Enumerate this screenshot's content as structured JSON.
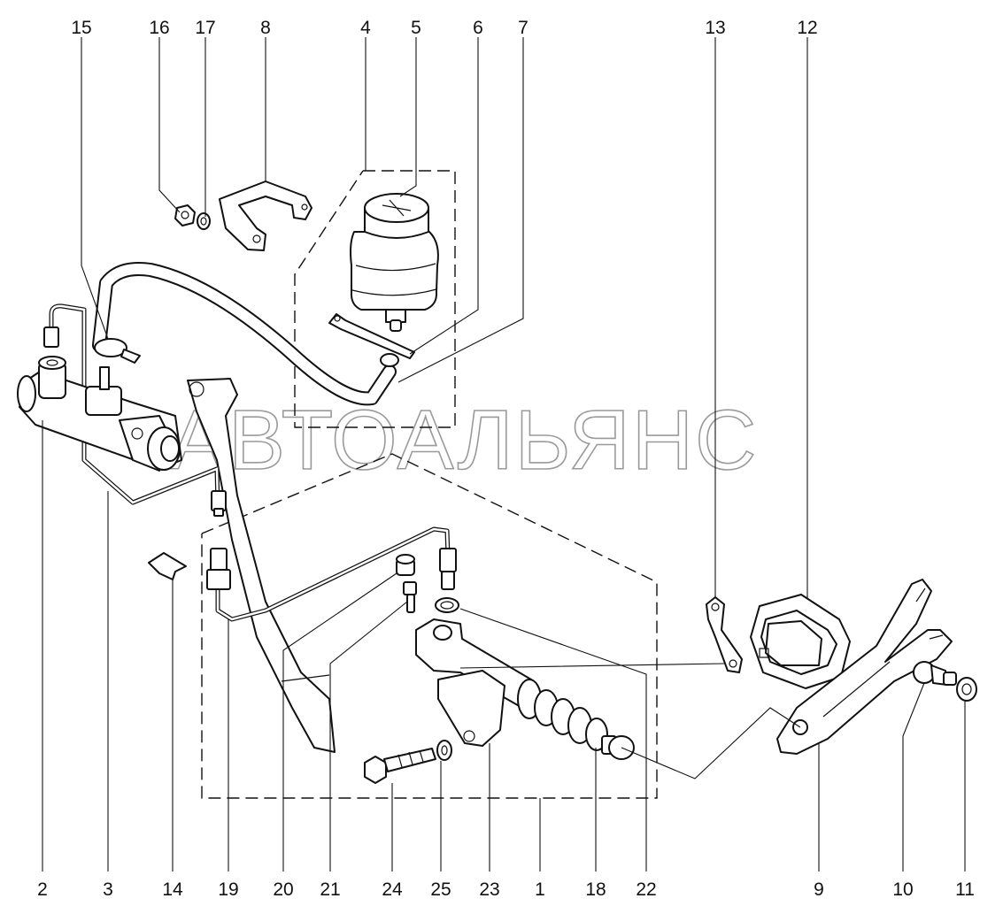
{
  "watermark": "АВТОАЛЬЯНС",
  "callouts": [
    {
      "id": "c15",
      "label": "15"
    },
    {
      "id": "c16",
      "label": "16"
    },
    {
      "id": "c17",
      "label": "17"
    },
    {
      "id": "c8",
      "label": "8"
    },
    {
      "id": "c4",
      "label": "4"
    },
    {
      "id": "c5",
      "label": "5"
    },
    {
      "id": "c6",
      "label": "6"
    },
    {
      "id": "c7",
      "label": "7"
    },
    {
      "id": "c13",
      "label": "13"
    },
    {
      "id": "c12",
      "label": "12"
    },
    {
      "id": "c2",
      "label": "2"
    },
    {
      "id": "c3",
      "label": "3"
    },
    {
      "id": "c14",
      "label": "14"
    },
    {
      "id": "c19",
      "label": "19"
    },
    {
      "id": "c20",
      "label": "20"
    },
    {
      "id": "c21",
      "label": "21"
    },
    {
      "id": "c24",
      "label": "24"
    },
    {
      "id": "c25",
      "label": "25"
    },
    {
      "id": "c23",
      "label": "23"
    },
    {
      "id": "c1",
      "label": "1"
    },
    {
      "id": "c18",
      "label": "18"
    },
    {
      "id": "c22",
      "label": "22"
    },
    {
      "id": "c9",
      "label": "9"
    },
    {
      "id": "c10",
      "label": "10"
    },
    {
      "id": "c11",
      "label": "11"
    }
  ]
}
